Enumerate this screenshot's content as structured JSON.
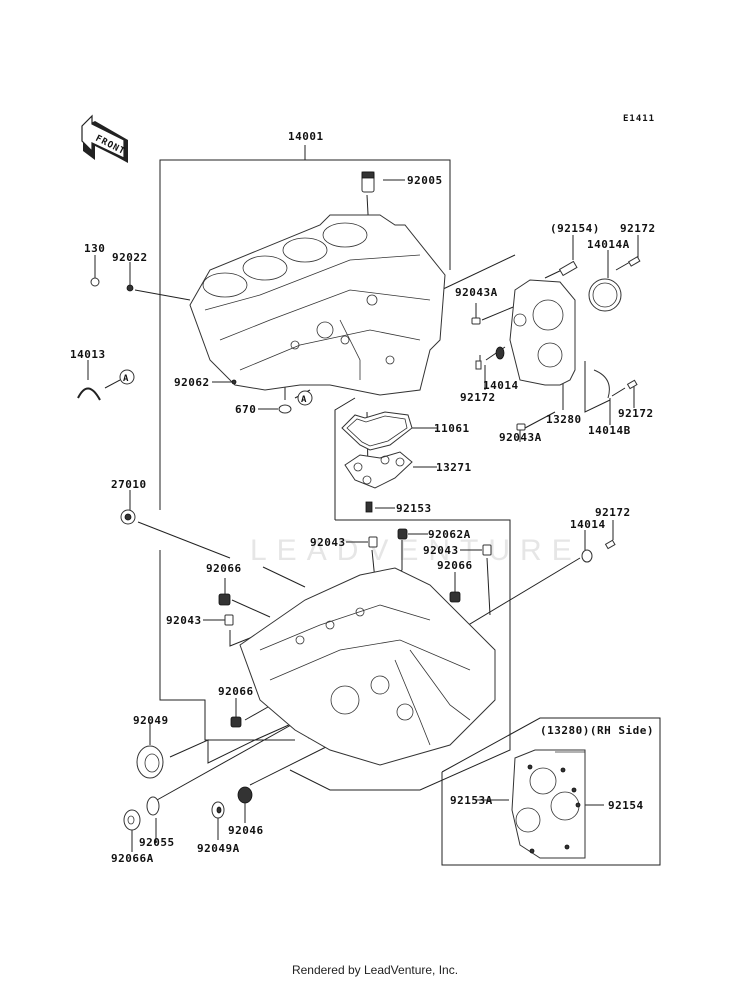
{
  "diagram": {
    "code": "E1411",
    "front_arrow_label": "FRONT",
    "watermark": "LEADVENTURE",
    "reference_marker": "A",
    "inset_title": "(13280)(RH Side)",
    "parts": {
      "p14001": "14001",
      "p92005": "92005",
      "p130": "130",
      "p92022": "92022",
      "p92154_paren": "(92154)",
      "p92172_top": "92172",
      "p14014A": "14014A",
      "p92043A_top": "92043A",
      "p14013": "14013",
      "p92062": "92062",
      "p670": "670",
      "p14014_mid": "14014",
      "p92172_mid": "92172",
      "p13280": "13280",
      "p14014B": "14014B",
      "p92172_right": "92172",
      "p92043A_bottom": "92043A",
      "p11061": "11061",
      "p13271": "13271",
      "p92153": "92153",
      "p27010": "27010",
      "p92043_a": "92043",
      "p92062A": "92062A",
      "p92043_b": "92043",
      "p92066_a": "92066",
      "p92066_b": "92066",
      "p92043_c": "92043",
      "p92172_low": "92172",
      "p14014_low": "14014",
      "p92066_c": "92066",
      "p92049": "92049",
      "p92055": "92055",
      "p92066A": "92066A",
      "p92049A": "92049A",
      "p92046": "92046",
      "p92153A": "92153A",
      "p92154": "92154"
    }
  },
  "footer": {
    "text": "Rendered by LeadVenture, Inc."
  }
}
